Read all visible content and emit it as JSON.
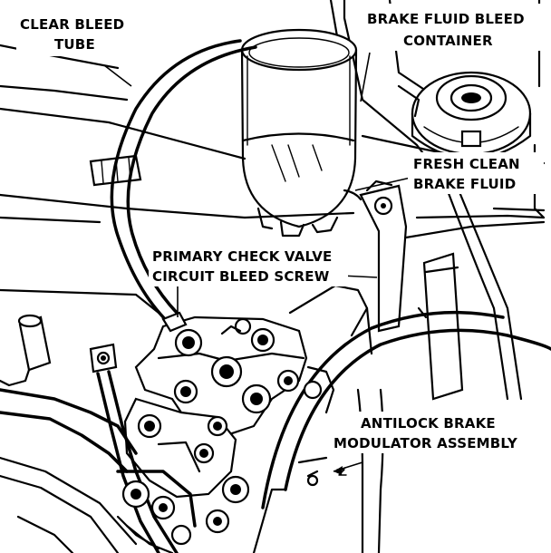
{
  "labels": {
    "clear_bleed_tube": [
      "CLEAR BLEED",
      "TUBE"
    ],
    "bleed_container": [
      "BRAKE FLUID BLEED",
      "CONTAINER"
    ],
    "fresh_fluid": [
      "FRESH CLEAN",
      "BRAKE FLUID"
    ],
    "check_valve": [
      "PRIMARY CHECK VALVE",
      "CIRCUIT BLEED SCREW"
    ],
    "modulator": [
      "ANTILOCK BRAKE",
      "MODULATOR ASSEMBLY"
    ]
  },
  "colors": {
    "ink": "#000000",
    "paper": "#ffffff"
  }
}
